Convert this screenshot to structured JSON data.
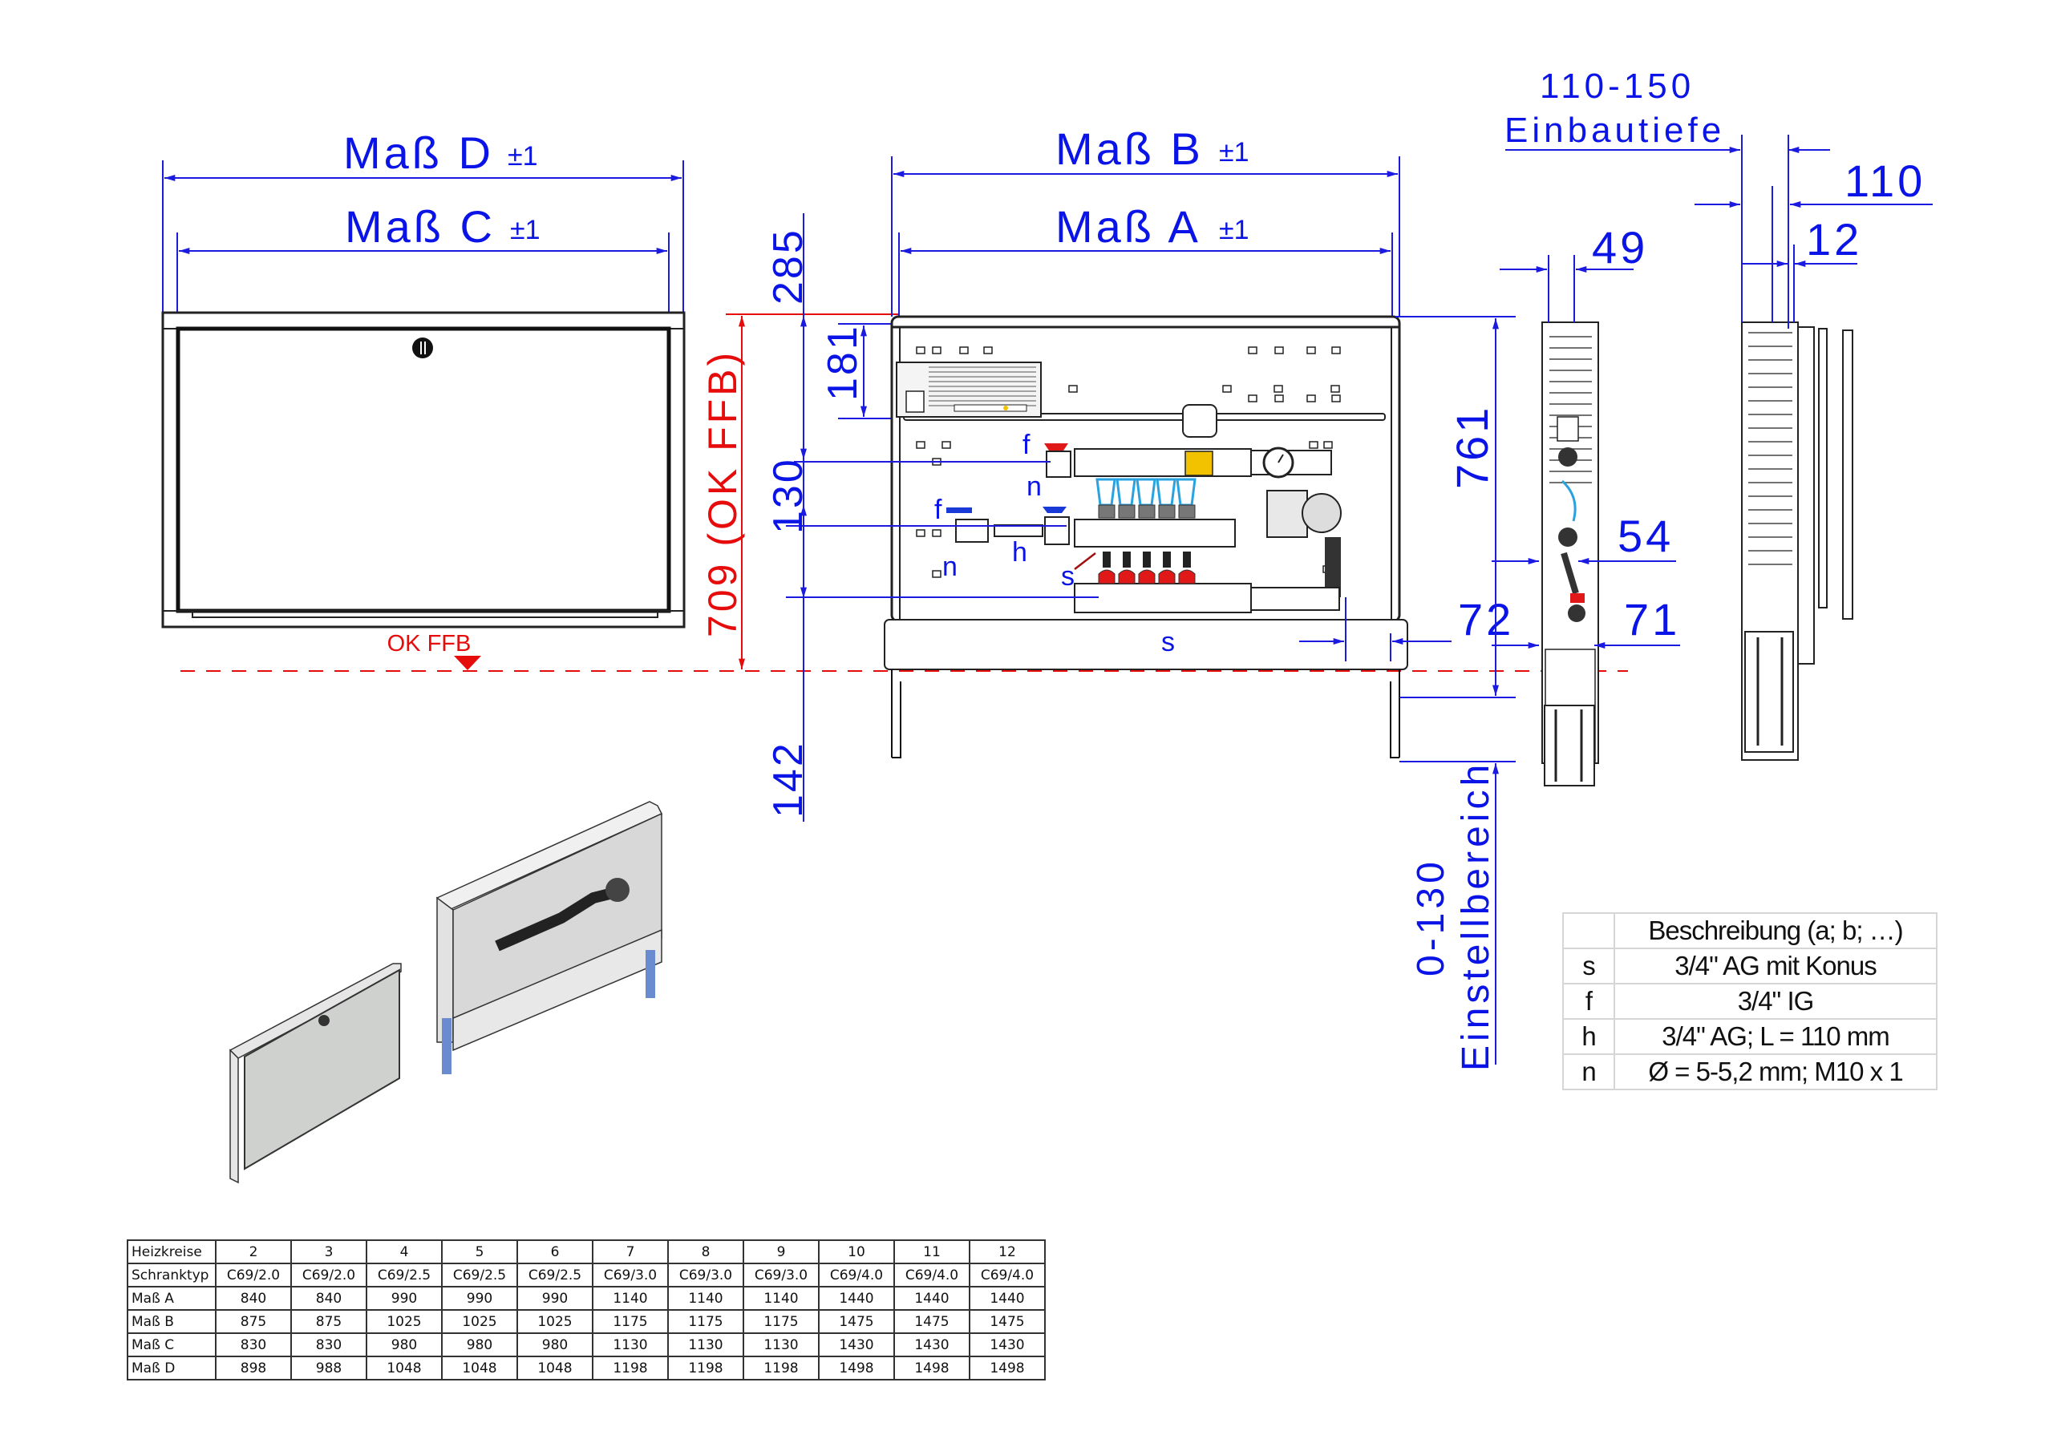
{
  "drawing": {
    "front_cover": {
      "dim_outer": "Maß D",
      "dim_inner": "Maß C",
      "tolerance": "±1",
      "floor_label": "OK FFB"
    },
    "front_open": {
      "dim_outer": "Maß B",
      "dim_inner": "Maß A",
      "tolerance": "±1",
      "labels": {
        "f_top": "f",
        "n_top": "n",
        "f_left": "f",
        "h": "h",
        "n_left": "n",
        "s_arrow": "s",
        "s_bottom": "s"
      }
    },
    "vertical_dims": {
      "d285": "285",
      "d181": "181",
      "d130": "130",
      "d142": "142",
      "d709": "709 (OK FFB)",
      "d761": "761",
      "adjust_range": "0-130",
      "adjust_label": "Einstellbereich"
    },
    "horizontal_dims": {
      "d72": "72",
      "d71": "71",
      "d54": "54",
      "d49": "49",
      "d110": "110",
      "d12": "12",
      "depth_range": "110-150",
      "depth_label": "Einbautiefe"
    },
    "colors": {
      "dimension": "#0a14e6",
      "floor_reference": "#e60c0c",
      "supply_valve": "#e01818",
      "return_valve": "#1a3ad8",
      "flowmeter": "#29a3e0",
      "mixing_valve": "#f2c100"
    }
  },
  "legend": {
    "header": "Beschreibung (a; b; …)",
    "rows": [
      {
        "key": "s",
        "value": "3/4\" AG mit Konus"
      },
      {
        "key": "f",
        "value": "3/4\" IG"
      },
      {
        "key": "h",
        "value": "3/4\" AG; L = 110 mm"
      },
      {
        "key": "n",
        "value": "Ø = 5-5,2 mm; M10 x 1"
      }
    ]
  },
  "size_table": {
    "row_headers": [
      "Heizkreise",
      "Schranktyp",
      "Maß A",
      "Maß B",
      "Maß C",
      "Maß D"
    ],
    "columns": [
      {
        "heizkreise": "2",
        "schranktyp": "C69/2.0",
        "a": "840",
        "b": "875",
        "c": "830",
        "d": "898"
      },
      {
        "heizkreise": "3",
        "schranktyp": "C69/2.0",
        "a": "840",
        "b": "875",
        "c": "830",
        "d": "988"
      },
      {
        "heizkreise": "4",
        "schranktyp": "C69/2.5",
        "a": "990",
        "b": "1025",
        "c": "980",
        "d": "1048"
      },
      {
        "heizkreise": "5",
        "schranktyp": "C69/2.5",
        "a": "990",
        "b": "1025",
        "c": "980",
        "d": "1048"
      },
      {
        "heizkreise": "6",
        "schranktyp": "C69/2.5",
        "a": "990",
        "b": "1025",
        "c": "980",
        "d": "1048"
      },
      {
        "heizkreise": "7",
        "schranktyp": "C69/3.0",
        "a": "1140",
        "b": "1175",
        "c": "1130",
        "d": "1198"
      },
      {
        "heizkreise": "8",
        "schranktyp": "C69/3.0",
        "a": "1140",
        "b": "1175",
        "c": "1130",
        "d": "1198"
      },
      {
        "heizkreise": "9",
        "schranktyp": "C69/3.0",
        "a": "1140",
        "b": "1175",
        "c": "1130",
        "d": "1198"
      },
      {
        "heizkreise": "10",
        "schranktyp": "C69/4.0",
        "a": "1440",
        "b": "1475",
        "c": "1430",
        "d": "1498"
      },
      {
        "heizkreise": "11",
        "schranktyp": "C69/4.0",
        "a": "1440",
        "b": "1475",
        "c": "1430",
        "d": "1498"
      },
      {
        "heizkreise": "12",
        "schranktyp": "C69/4.0",
        "a": "1440",
        "b": "1475",
        "c": "1430",
        "d": "1498"
      }
    ]
  }
}
